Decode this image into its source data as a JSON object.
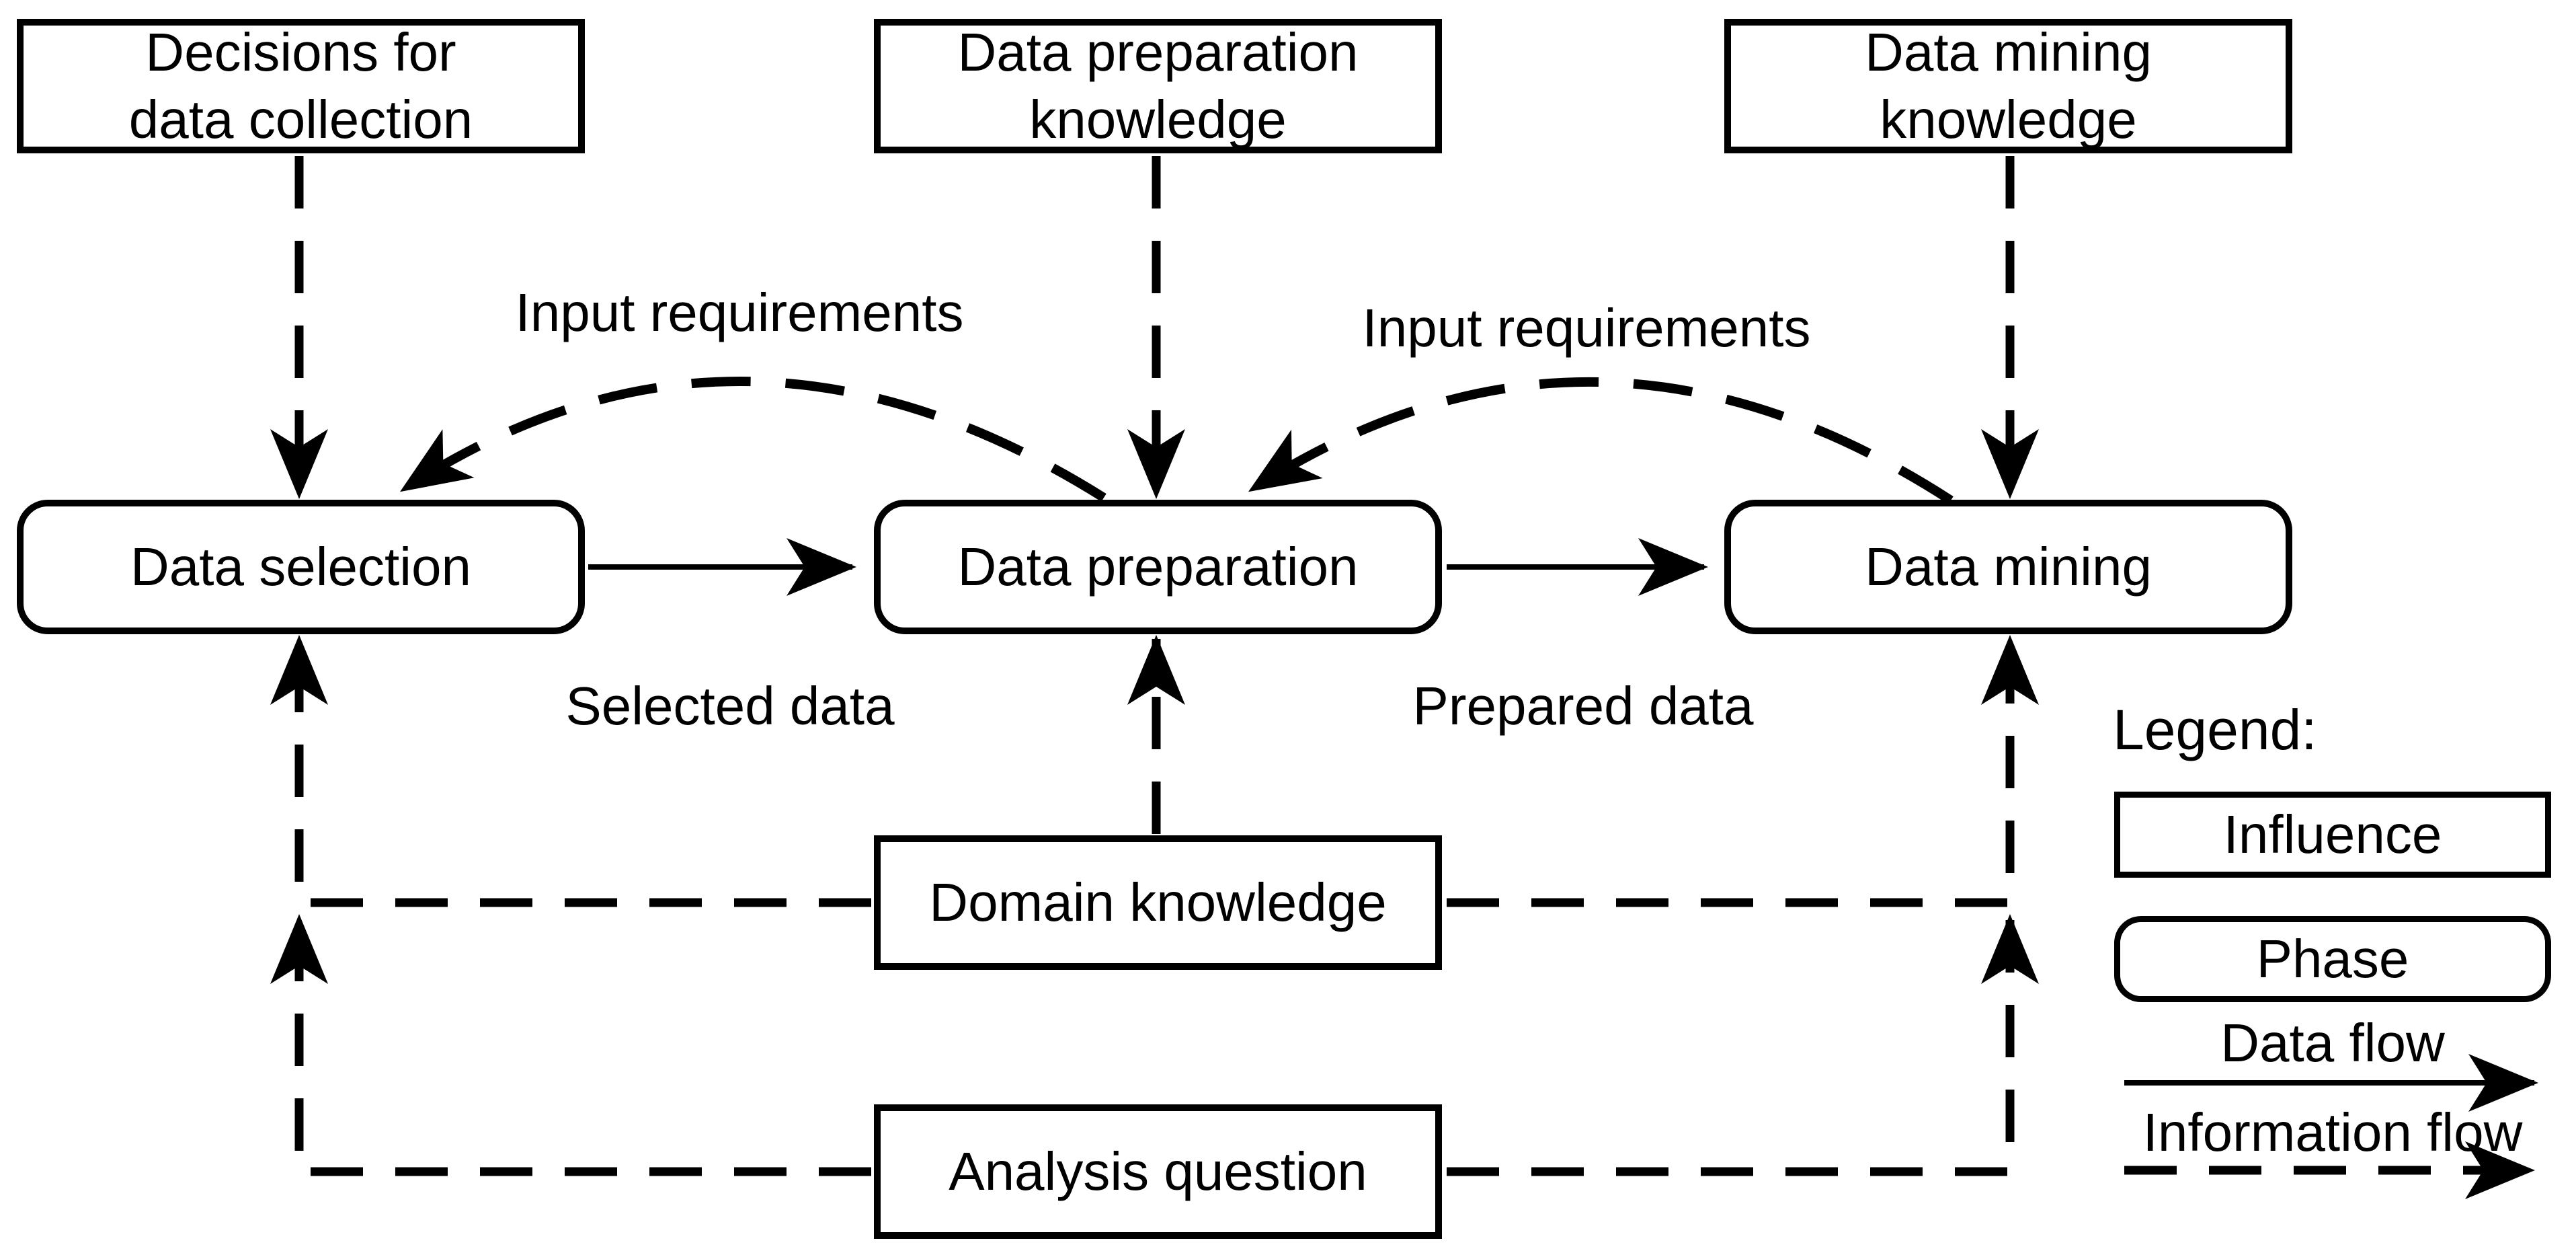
{
  "diagram": {
    "type": "flow-diagram",
    "nodes": {
      "decisions_for_data_collection": {
        "label": "Decisions for\ndata collection",
        "kind": "influence"
      },
      "data_preparation_knowledge": {
        "label": "Data preparation\nknowledge",
        "kind": "influence"
      },
      "data_mining_knowledge": {
        "label": "Data mining\nknowledge",
        "kind": "influence"
      },
      "data_selection": {
        "label": "Data selection",
        "kind": "phase"
      },
      "data_preparation": {
        "label": "Data preparation",
        "kind": "phase"
      },
      "data_mining": {
        "label": "Data mining",
        "kind": "phase"
      },
      "domain_knowledge": {
        "label": "Domain knowledge",
        "kind": "influence"
      },
      "analysis_question": {
        "label": "Analysis question",
        "kind": "influence"
      }
    },
    "edge_labels": {
      "input_requirements_left": "Input requirements",
      "input_requirements_right": "Input requirements",
      "selected_data": "Selected data",
      "prepared_data": "Prepared data"
    },
    "edges": [
      {
        "from": "data_selection",
        "to": "data_preparation",
        "type": "data_flow",
        "label": "Selected data"
      },
      {
        "from": "data_preparation",
        "to": "data_mining",
        "type": "data_flow",
        "label": "Prepared data"
      },
      {
        "from": "decisions_for_data_collection",
        "to": "data_selection",
        "type": "information_flow"
      },
      {
        "from": "data_preparation_knowledge",
        "to": "data_preparation",
        "type": "information_flow"
      },
      {
        "from": "data_mining_knowledge",
        "to": "data_mining",
        "type": "information_flow"
      },
      {
        "from": "data_preparation",
        "to": "data_selection",
        "type": "information_flow",
        "label": "Input requirements"
      },
      {
        "from": "data_mining",
        "to": "data_preparation",
        "type": "information_flow",
        "label": "Input requirements"
      },
      {
        "from": "domain_knowledge",
        "to": "data_selection",
        "type": "information_flow"
      },
      {
        "from": "domain_knowledge",
        "to": "data_preparation",
        "type": "information_flow"
      },
      {
        "from": "domain_knowledge",
        "to": "data_mining",
        "type": "information_flow"
      },
      {
        "from": "analysis_question",
        "to": "data_selection",
        "type": "information_flow"
      },
      {
        "from": "analysis_question",
        "to": "data_mining",
        "type": "information_flow"
      }
    ]
  },
  "legend": {
    "title": "Legend:",
    "influence_label": "Influence",
    "phase_label": "Phase",
    "data_flow_label": "Data flow",
    "information_flow_label": "Information flow"
  },
  "colors": {
    "stroke": "#000000",
    "background": "#ffffff",
    "text": "#000000"
  }
}
